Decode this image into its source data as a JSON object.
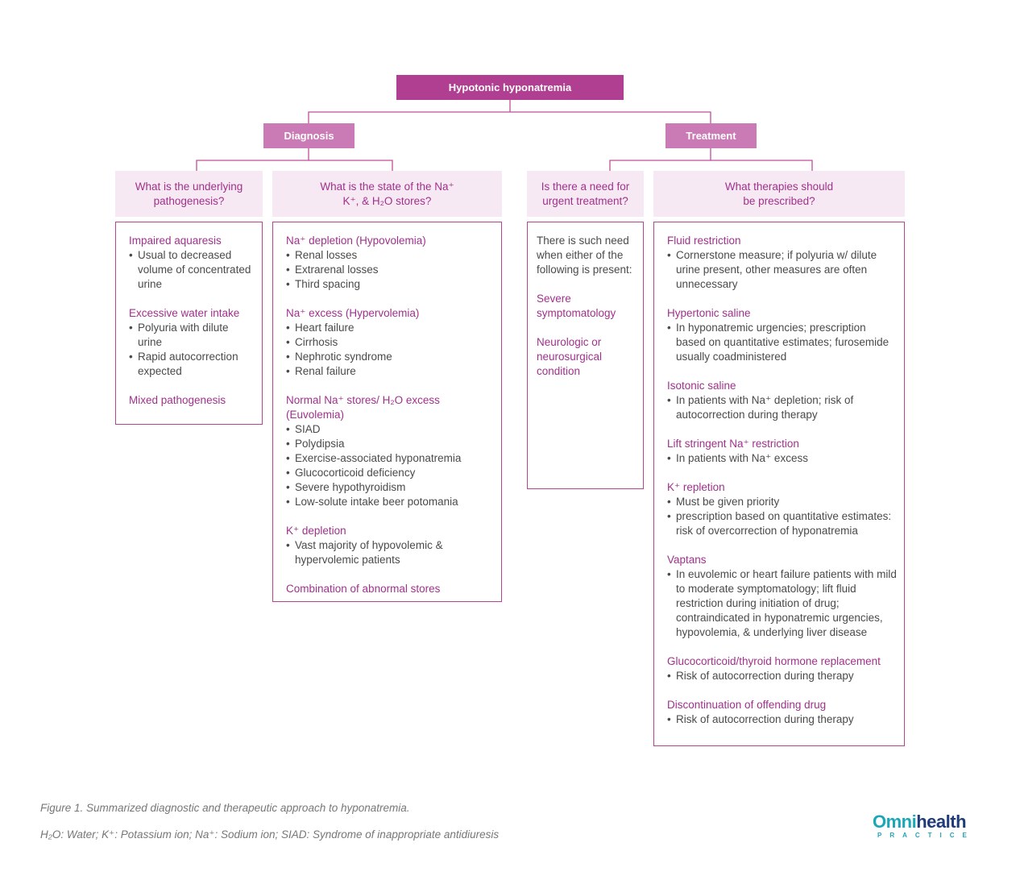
{
  "root": "Hypotonic hyponatremia",
  "diagnosis": {
    "label": "Diagnosis",
    "q1": {
      "title": [
        "What is the underlying",
        "pathogenesis?"
      ],
      "sections": [
        {
          "heading": "Impaired aquaresis",
          "items": [
            "Usual to decreased volume of concentrated urine"
          ]
        },
        {
          "heading": "Excessive water intake",
          "items": [
            "Polyuria with dilute urine",
            "Rapid autocorrection expected"
          ]
        },
        {
          "heading": "Mixed pathogenesis",
          "items": []
        }
      ]
    },
    "q2": {
      "title": [
        "What is the state of the Na⁺",
        "K⁺, & H₂O stores?"
      ],
      "sections": [
        {
          "heading": "Na⁺ depletion (Hypovolemia)",
          "items": [
            "Renal losses",
            "Extrarenal losses",
            "Third spacing"
          ]
        },
        {
          "heading": "Na⁺ excess (Hypervolemia)",
          "items": [
            "Heart failure",
            "Cirrhosis",
            "Nephrotic syndrome",
            "Renal failure"
          ]
        },
        {
          "heading": "Normal Na⁺ stores/ H₂O excess (Euvolemia)",
          "items": [
            "SIAD",
            "Polydipsia",
            "Exercise-associated hyponatremia",
            "Glucocorticoid deficiency",
            "Severe hypothyroidism",
            "Low-solute intake beer potomania"
          ]
        },
        {
          "heading": "K⁺ depletion",
          "items": [
            "Vast majority of hypovolemic & hypervolemic patients"
          ]
        },
        {
          "heading": "Combination of abnormal stores",
          "items": []
        }
      ]
    }
  },
  "treatment": {
    "label": "Treatment",
    "q3": {
      "title": [
        "Is there a need for",
        "urgent treatment?"
      ],
      "intro": "There is such need when either of the following is present:",
      "sections": [
        {
          "heading": "Severe symptomatology",
          "items": []
        },
        {
          "heading": "Neurologic or neurosurgical condition",
          "items": []
        }
      ]
    },
    "q4": {
      "title": [
        "What therapies should",
        "be prescribed?"
      ],
      "sections": [
        {
          "heading": "Fluid restriction",
          "items": [
            "Cornerstone measure; if polyuria w/ dilute urine present, other measures are often unnecessary"
          ]
        },
        {
          "heading": "Hypertonic saline",
          "items": [
            "In hyponatremic urgencies; prescription based on quantitative estimates; furosemide usually coadministered"
          ]
        },
        {
          "heading": "Isotonic saline",
          "items": [
            "In patients with Na⁺ depletion; risk of autocorrection during therapy"
          ]
        },
        {
          "heading": "Lift stringent Na⁺ restriction",
          "items": [
            "In patients with Na⁺ excess"
          ]
        },
        {
          "heading": "K⁺ repletion",
          "items": [
            "Must be given priority",
            "prescription based on quantitative estimates: risk of overcorrection of hyponatremia"
          ]
        },
        {
          "heading": "Vaptans",
          "items": [
            "In euvolemic or heart failure patients with mild to moderate symptomatology; lift fluid restriction during initiation of drug; contraindicated in hyponatremic urgencies, hypovolemia, & underlying liver disease"
          ]
        },
        {
          "heading": "Glucocorticoid/thyroid hormone replacement",
          "items": [
            "Risk of autocorrection during therapy"
          ]
        },
        {
          "heading": "Discontinuation of offending drug",
          "items": [
            "Risk of autocorrection during therapy"
          ]
        }
      ]
    }
  },
  "caption": "Figure 1. Summarized diagnostic and therapeutic approach to hyponatremia.",
  "footnote": "H₂O: Water; K⁺: Potassium ion; Na⁺: Sodium ion; SIAD: Syndrome of inappropriate antidiuresis",
  "logo": {
    "part1": "Omni",
    "part2": "health",
    "sub": "PRACTICE"
  },
  "colors": {
    "root": "#b03f91",
    "branch": "#ca7bb5",
    "accent": "#a0318b",
    "question_bg": "#f7e9f3",
    "border": "#b8448e",
    "line": "#c14f99"
  }
}
